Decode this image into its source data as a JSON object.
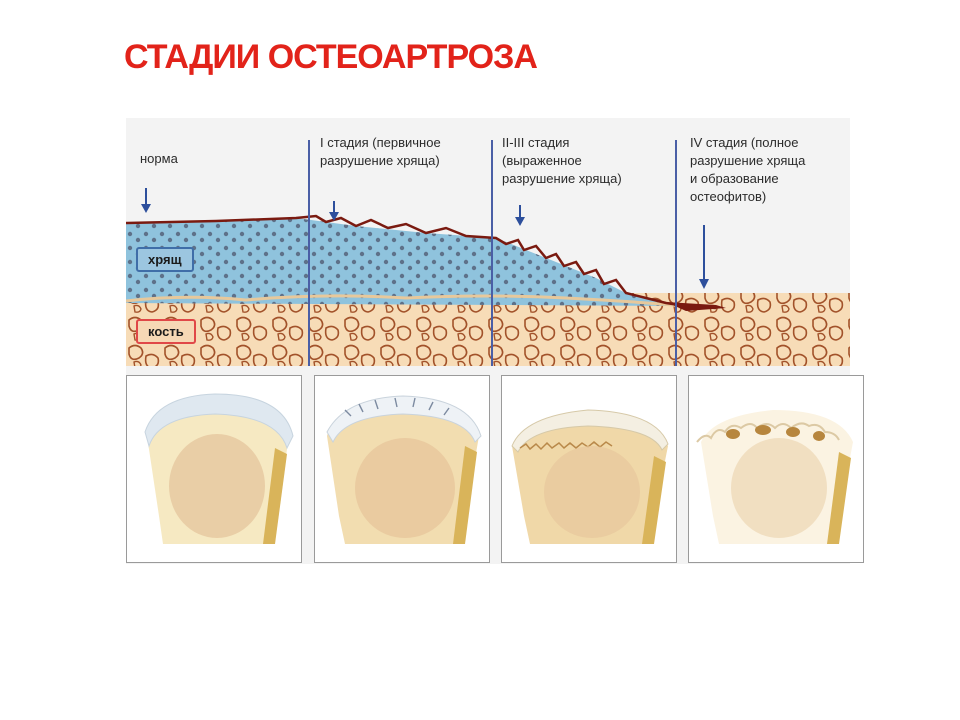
{
  "title": "СТАДИИ ОСТЕОАРТРОЗА",
  "stages": [
    {
      "label": "норма"
    },
    {
      "label": "I стадия (первичное\nразрушение хряща)"
    },
    {
      "label": "II-III стадия\n(выраженное\nразрушение хряща)"
    },
    {
      "label": "IV стадия (полное\nразрушение хряща\nи образование\nостеофитов)"
    }
  ],
  "layers": {
    "cartilage": "хрящ",
    "bone": "кость"
  },
  "colors": {
    "title": "#e2231a",
    "cartilage": "#8fc3dd",
    "bone": "#f7dcb7",
    "bone_outline": "#a2522a",
    "divider": "#4a5fa6",
    "arrow": "#2d4f9c",
    "erosion": "#7a1a10"
  }
}
